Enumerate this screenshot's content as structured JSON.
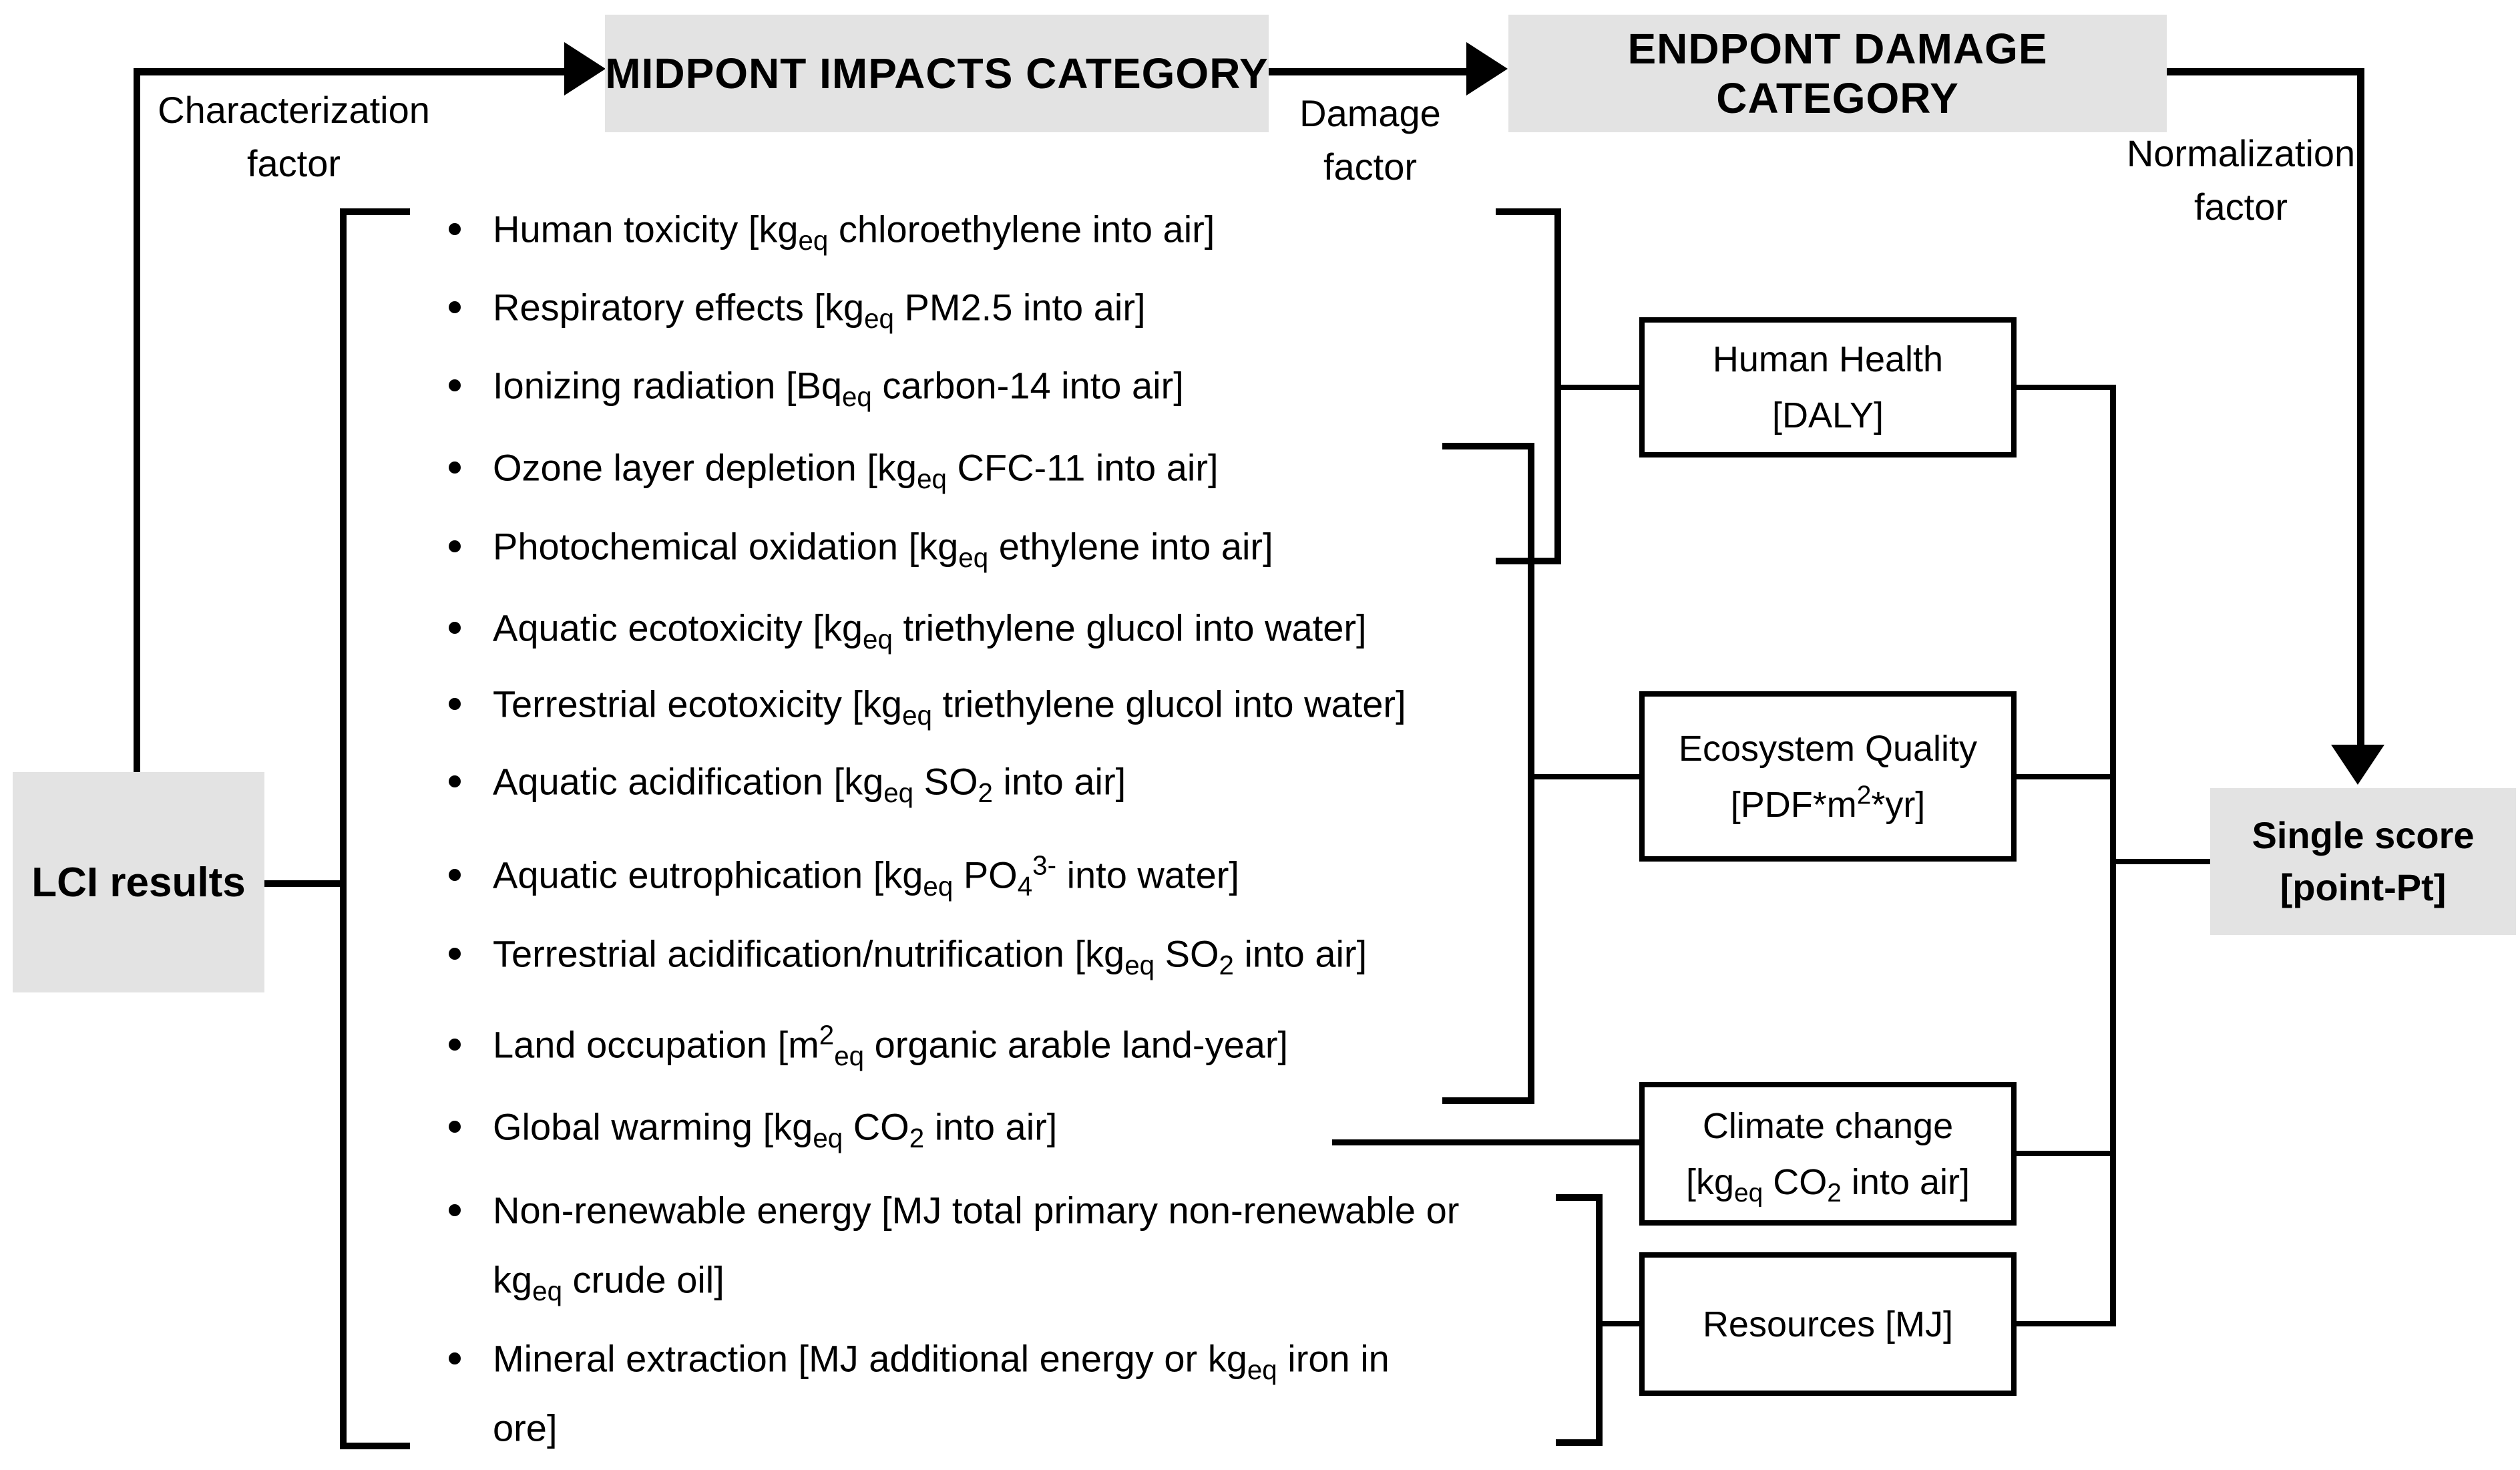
{
  "title_row": {
    "midpoint_box": "MIDPONT IMPACTS CATEGORY",
    "endpoint_box": "ENDPONT DAMAGE CATEGORY"
  },
  "edge_labels": {
    "characterization": [
      "Characterization",
      "factor"
    ],
    "damage": [
      "Damage",
      "factor"
    ],
    "normalization": [
      "Normalization",
      "factor"
    ]
  },
  "lci_box": "LCI results",
  "midpoint_categories": [
    {
      "lines": [
        "Human toxicity [kg_{eq} chloroethylene into air]"
      ]
    },
    {
      "lines": [
        "Respiratory effects [kg_{eq} PM2.5 into air]"
      ]
    },
    {
      "lines": [
        "Ionizing radiation [Bq_{eq} carbon-14 into air]"
      ]
    },
    {
      "lines": [
        "Ozone layer depletion [kg_{eq} CFC-11 into air]"
      ]
    },
    {
      "lines": [
        "Photochemical oxidation [kg_{eq} ethylene into air]"
      ]
    },
    {
      "lines": [
        "Aquatic ecotoxicity [kg_{eq} triethylene glucol into water]"
      ]
    },
    {
      "lines": [
        "Terrestrial ecotoxicity [kg_{eq} triethylene glucol into water]"
      ]
    },
    {
      "lines": [
        "Aquatic acidification [kg_{eq} SO_{2} into air]"
      ]
    },
    {
      "lines": [
        "Aquatic eutrophication [kg_{eq} PO_{4}^{3-} into water]"
      ]
    },
    {
      "lines": [
        "Terrestrial acidification/nutrification [kg_{eq} SO_{2} into air]"
      ]
    },
    {
      "lines": [
        "Land occupation [m^{2}_{eq} organic arable land-year]"
      ]
    },
    {
      "lines": [
        "Global warming [kg_{eq} CO_{2} into air]"
      ]
    },
    {
      "lines": [
        "Non-renewable energy [MJ total primary non-renewable or",
        "kg_{eq} crude oil]"
      ]
    },
    {
      "lines": [
        "Mineral extraction [MJ additional energy or kg_{eq} iron in",
        "ore]"
      ]
    }
  ],
  "endpoint_boxes": [
    {
      "name": "human-health",
      "lines": [
        "Human Health",
        "[DALY]"
      ]
    },
    {
      "name": "ecosystem-quality",
      "lines": [
        "Ecosystem Quality",
        "[PDF*m^{2}*yr]"
      ]
    },
    {
      "name": "climate-change",
      "lines": [
        "Climate change",
        "[kg_{eq} CO_{2} into air]"
      ]
    },
    {
      "name": "resources",
      "lines": [
        "Resources [MJ]"
      ]
    }
  ],
  "single_score_box": {
    "lines": [
      "Single score",
      "[point-Pt]"
    ]
  },
  "colors": {
    "box_gray": "#e3e3e3",
    "line_black": "#000000",
    "endpoint_bg": "#ffffff",
    "text": "#000000"
  }
}
